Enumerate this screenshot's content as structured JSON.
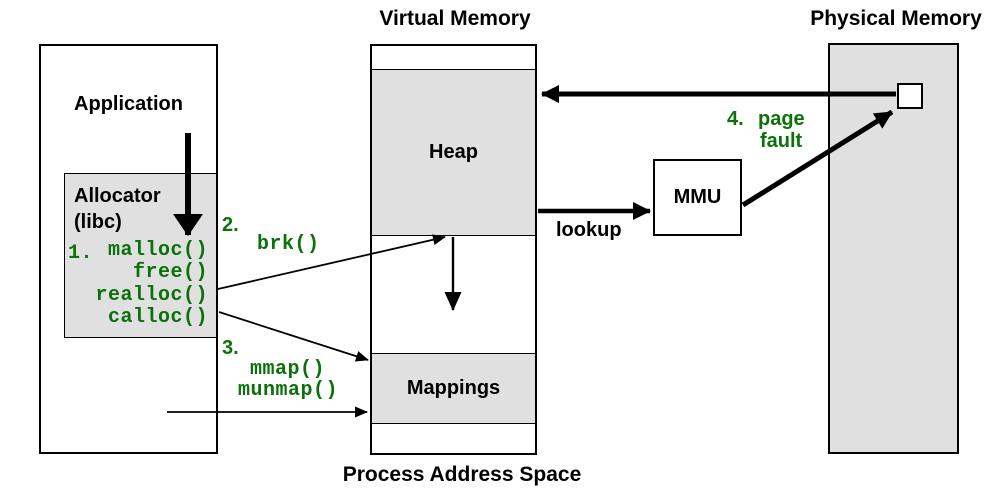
{
  "titles": {
    "virtual_memory": "Virtual Memory",
    "physical_memory": "Physical Memory",
    "process_address_space": "Process Address Space"
  },
  "application": {
    "label": "Application"
  },
  "allocator": {
    "title": "Allocator",
    "subtitle": "(libc)",
    "step": "1.",
    "functions": [
      "malloc()",
      "free()",
      "realloc()",
      "calloc()"
    ]
  },
  "virtual_memory": {
    "heap_label": "Heap",
    "mappings_label": "Mappings"
  },
  "mmu": {
    "label": "MMU"
  },
  "annotations": {
    "brk": {
      "step": "2.",
      "call": "brk()"
    },
    "mmap": {
      "step": "3.",
      "calls": [
        "mmap()",
        "munmap()"
      ]
    },
    "lookup": "lookup",
    "page_fault": {
      "step": "4.",
      "lines": [
        "page",
        "fault"
      ]
    }
  },
  "colors": {
    "accent_green": "#0b710b",
    "box_fill": "#e0e0e0",
    "arrow": "#000000"
  }
}
